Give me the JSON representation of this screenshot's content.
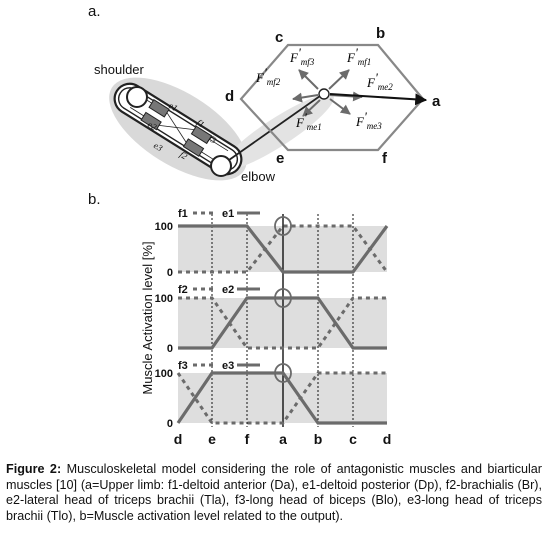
{
  "figure": {
    "panel_a_label": "a.",
    "panel_b_label": "b.",
    "joints": {
      "shoulder": "shoulder",
      "elbow": "elbow"
    },
    "hexagon_vertices": {
      "a": "a",
      "b": "b",
      "c": "c",
      "d": "d",
      "e": "e",
      "f": "f"
    },
    "forces": [
      {
        "key": "mf3",
        "main": "F",
        "prime": "'",
        "sub": "mf3"
      },
      {
        "key": "mf1",
        "main": "F",
        "prime": "'",
        "sub": "mf1"
      },
      {
        "key": "mf2",
        "main": "F",
        "prime": "'",
        "sub": "mf2"
      },
      {
        "key": "me2",
        "main": "F",
        "prime": "'",
        "sub": "me2"
      },
      {
        "key": "me1",
        "main": "F",
        "prime": "'",
        "sub": "me1"
      },
      {
        "key": "me3",
        "main": "F",
        "prime": "'",
        "sub": "me3"
      }
    ],
    "muscles": [
      "e1",
      "f1",
      "e2",
      "f2",
      "e3",
      "f3"
    ]
  },
  "chart_data": {
    "type": "line",
    "ylabel": "Muscle Activation level [%]",
    "xlabel": "",
    "categories": [
      "d",
      "e",
      "f",
      "a",
      "b",
      "c",
      "d"
    ],
    "ylim": [
      0,
      100
    ],
    "ytick_labels": [
      "0",
      "100"
    ],
    "panels": [
      {
        "series": [
          {
            "name": "f1",
            "style": "dashed",
            "values": [
              0,
              0,
              0,
              100,
              100,
              100,
              0
            ]
          },
          {
            "name": "e1",
            "style": "solid",
            "values": [
              100,
              100,
              100,
              0,
              0,
              0,
              100
            ]
          }
        ]
      },
      {
        "series": [
          {
            "name": "f2",
            "style": "dashed",
            "values": [
              100,
              100,
              0,
              0,
              0,
              100,
              100
            ]
          },
          {
            "name": "e2",
            "style": "solid",
            "values": [
              0,
              0,
              100,
              100,
              100,
              0,
              0
            ]
          }
        ]
      },
      {
        "series": [
          {
            "name": "f3",
            "style": "dashed",
            "values": [
              100,
              0,
              0,
              0,
              100,
              100,
              100
            ]
          },
          {
            "name": "e3",
            "style": "solid",
            "values": [
              0,
              100,
              100,
              100,
              0,
              0,
              0
            ]
          }
        ]
      }
    ],
    "colors": {
      "line": "#6b6b6b",
      "band": "#dedede",
      "hexagon": "#888888"
    }
  },
  "caption": {
    "label": "Figure 2:",
    "text": " Musculoskeletal model considering the role of antagonistic muscles and biarticular muscles [10] (a=Upper limb: f1-deltoid anterior (Da), e1-deltoid posterior (Dp), f2-brachialis (Br), e2-lateral head of triceps brachii (Tla), f3-long head of biceps (Blo), e3-long head of triceps brachii (Tlo), b=Muscle activation level related to the output)."
  }
}
